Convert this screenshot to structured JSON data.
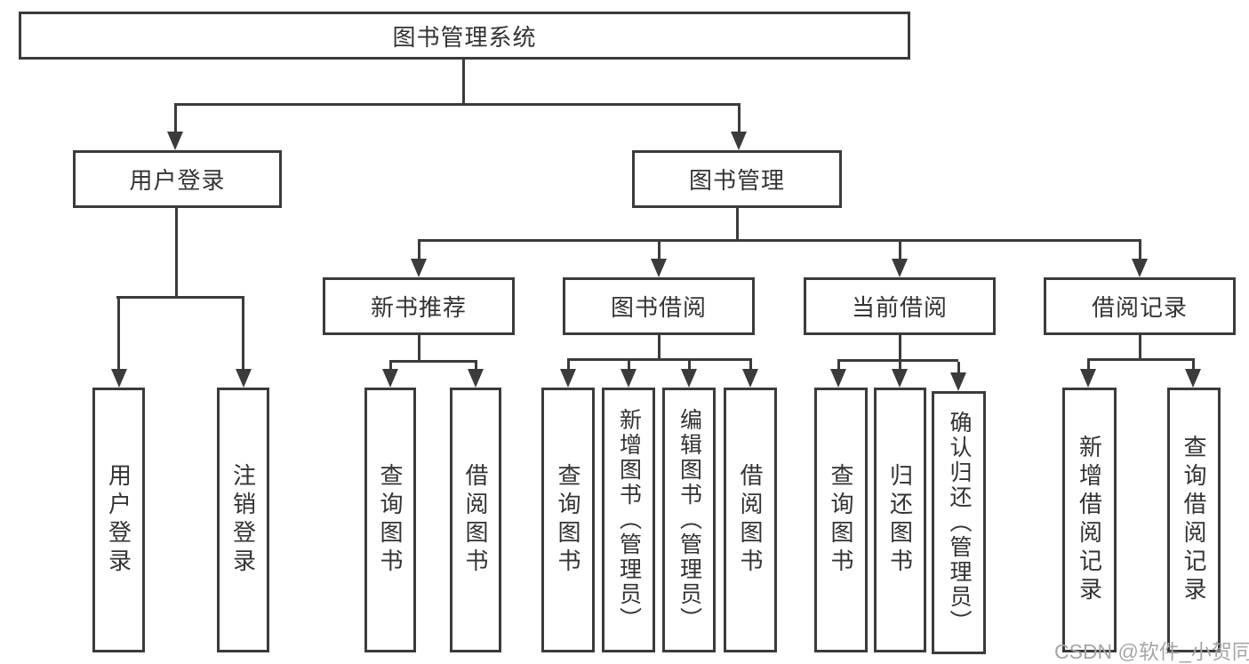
{
  "diagram": {
    "title": "图书管理系统",
    "level2": {
      "user_login": "用户登录",
      "book_management": "图书管理"
    },
    "level3": [
      "新书推荐",
      "图书借阅",
      "当前借阅",
      "借阅记录"
    ],
    "leaves": {
      "user_login": [
        "用户登录",
        "注销登录"
      ],
      "new_book_rec": [
        "查询图书",
        "借阅图书"
      ],
      "book_borrow": [
        "查询图书",
        "新增图书（管理员）",
        "编辑图书（管理员）",
        "借阅图书"
      ],
      "current_borrow": [
        "查询图书",
        "归还图书",
        "确认归还（管理员）"
      ],
      "borrow_record": [
        "新增借阅记录",
        "查询借阅记录"
      ]
    },
    "watermark": "CSDN @软件_小贺同学",
    "colors": {
      "line": "#3b3b3b",
      "text": "#333333",
      "watermark": "#a6a6a6",
      "background": "#ffffff"
    }
  }
}
